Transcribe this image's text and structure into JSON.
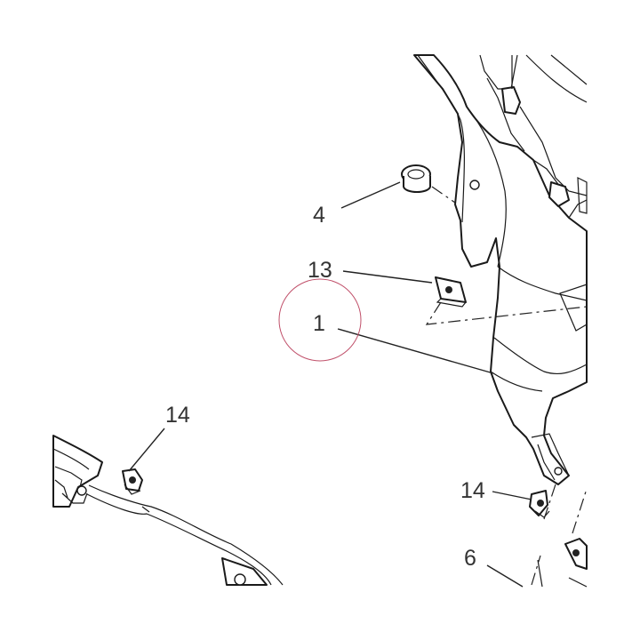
{
  "callouts": [
    {
      "id": "label-4",
      "text": "4"
    },
    {
      "id": "label-13",
      "text": "13"
    },
    {
      "id": "label-1",
      "text": "1"
    },
    {
      "id": "label-14-left",
      "text": "14"
    },
    {
      "id": "label-14-right",
      "text": "14"
    },
    {
      "id": "label-6",
      "text": "6"
    }
  ],
  "colors": {
    "highlight_circle": "#c0506a",
    "line": "#1a1a1a",
    "label": "#333333"
  }
}
